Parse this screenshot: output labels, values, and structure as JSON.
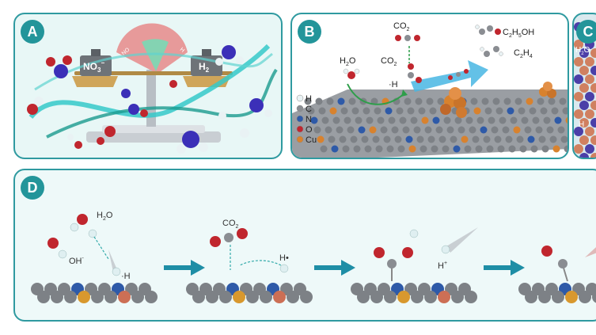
{
  "panels": {
    "a": {
      "letter": "A",
      "weight_left": "NO",
      "weight_left_sub": "3",
      "weight_left_sup": "−",
      "weight_right": "H",
      "weight_right_sub": "2",
      "gauge_left": "NO",
      "gauge_right": "H"
    },
    "b": {
      "letter": "B",
      "h2o": "H",
      "h2o_sub": "2",
      "h2o_tail": "O",
      "co2_top": "CO",
      "co2_top_sub": "2",
      "co2_mid": "CO",
      "co2_mid_sub": "2",
      "h_radical": "·H",
      "ethanol": "C",
      "ethanol_sub1": "2",
      "ethanol_mid": "H",
      "ethanol_sub2": "5",
      "ethanol_tail": "OH",
      "ethylene": "C",
      "ethylene_sub1": "2",
      "ethylene_mid": "H",
      "ethylene_sub2": "4",
      "legend": [
        {
          "label": "H",
          "color": "#e9f2f4"
        },
        {
          "label": "C",
          "color": "#8a8d92"
        },
        {
          "label": "N",
          "color": "#2e5aa8"
        },
        {
          "label": "O",
          "color": "#c0262e"
        },
        {
          "label": "Cu",
          "color": "#d8822e"
        }
      ]
    },
    "c": {
      "letter": "C",
      "label1": "H",
      "label1_sub": "2",
      "label1_tail": "O",
      "label2": "H"
    },
    "d": {
      "letter": "D",
      "step1_h2o": "H",
      "step1_h2o_sub": "2",
      "step1_h2o_tail": "O",
      "step1_oh": "OH",
      "step1_oh_sup": "-",
      "step1_h": "·H",
      "step2_co2": "CO",
      "step2_co2_sub": "2",
      "step2_h": "H•",
      "step3_hplus": "H",
      "step3_hplus_sup": "+"
    }
  },
  "colors": {
    "accent_teal": "#23959a",
    "carbon": "#8a8d92",
    "nitrogen": "#2e5aa8",
    "oxygen": "#c0262e",
    "copper": "#d8822e",
    "hydrogen": "#e9f2f4"
  }
}
